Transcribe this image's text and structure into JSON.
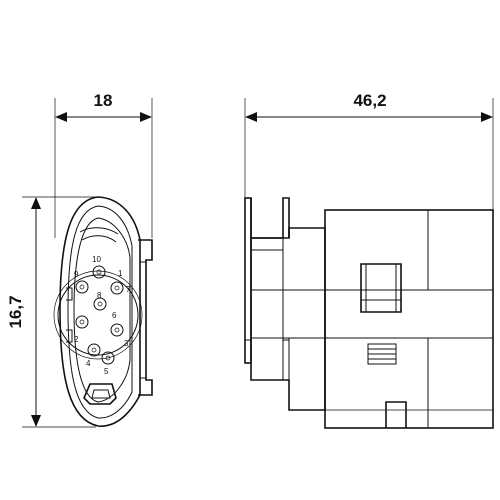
{
  "dimensions": {
    "front_width": "18",
    "side_length": "46,2",
    "front_height": "16,7"
  },
  "pins": [
    "10",
    "9",
    "1",
    "7",
    "8",
    "6",
    "2",
    "3",
    "4",
    "5"
  ]
}
